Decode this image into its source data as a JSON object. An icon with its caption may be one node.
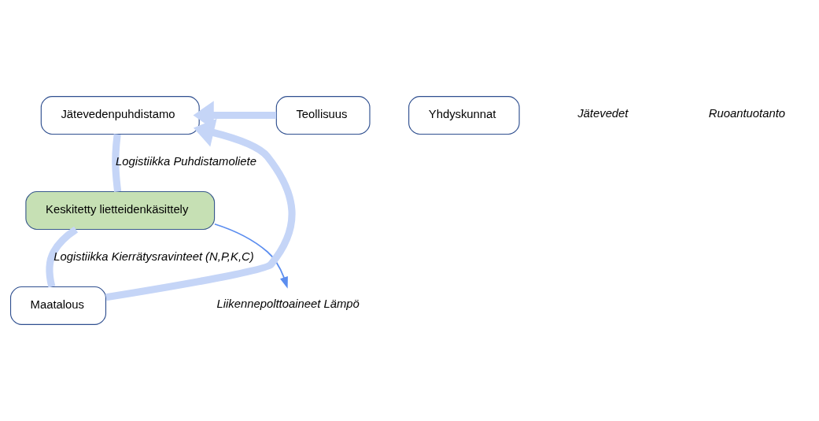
{
  "diagram": {
    "nodes": [
      {
        "text": [
          "Jätevedenpuhdistamo"
        ]
      },
      {
        "text": [
          "Yhdyskunnat"
        ]
      },
      {
        "text": [
          "Keskitetty lietteidenkäsittely"
        ]
      },
      {
        "text": [
          "Maatalous"
        ]
      },
      {
        "text": [
          "Teollisuus"
        ]
      },
      {
        "text": [
          "Liikennepolttoaineet Lämpö"
        ]
      }
    ],
    "edges": [
      {
        "from": 4,
        "to": 0,
        "arrow": "to"
      },
      {
        "from": 0,
        "to": 2,
        "arrow": "none",
        "label": "Logistiikka Puhdistamoliete"
      },
      {
        "from": 2,
        "to": 3,
        "arrow": "none",
        "label": "Logistiikka Kierrätysravinteet (N,P,K,C)"
      },
      {
        "from": 3,
        "to": 0,
        "arrow": "to"
      },
      {
        "from": 2,
        "to": 5,
        "arrow": "to",
        "color": "#5b8def"
      }
    ],
    "labels": [
      "Jätevedet",
      "Ruoantuotanto"
    ]
  }
}
